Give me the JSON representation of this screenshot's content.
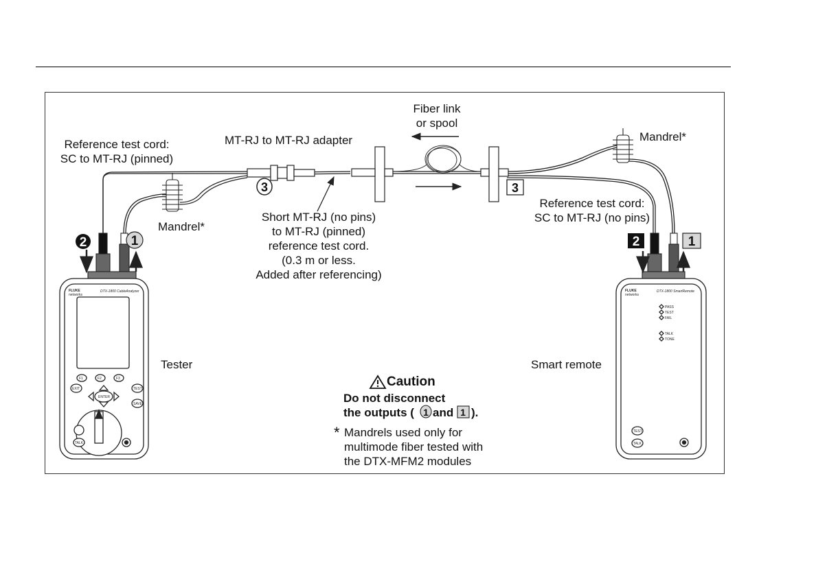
{
  "labels": {
    "fiber_link_1": "Fiber link",
    "fiber_link_2": "or spool",
    "mtrj_adapter": "MT-RJ to MT-RJ adapter",
    "ref_cord_left_1": "Reference test cord:",
    "ref_cord_left_2": "SC to MT-RJ (pinned)",
    "mandrel_left": "Mandrel*",
    "mandrel_right": "Mandrel*",
    "short_cord_1": "Short MT-RJ (no pins)",
    "short_cord_2": "to MT-RJ (pinned)",
    "short_cord_3": "reference test cord.",
    "short_cord_4": "(0.3 m or less.",
    "short_cord_5": "Added after referencing)",
    "ref_cord_right_1": "Reference test cord:",
    "ref_cord_right_2": "SC to MT-RJ (no pins)",
    "tester": "Tester",
    "smart_remote": "Smart remote",
    "caution_title": "Caution",
    "caution_line1": "Do not disconnect",
    "caution_line2_a": "the outputs (",
    "caution_line2_b": "and",
    "caution_line2_c": ").",
    "footnote_star": "*",
    "footnote_1": "Mandrels used only for",
    "footnote_2": "multimode fiber tested with",
    "footnote_3": "the DTX-MFM2 modules"
  },
  "markers": {
    "tester_in": "2",
    "tester_out": "1",
    "remote_in": "2",
    "remote_out": "1",
    "adapter_left": "3",
    "adapter_right": "3"
  },
  "device_text": {
    "brand": "FLUKE",
    "brand_sub": "networks",
    "tester_model": "DTX-1800 CableAnalyzer",
    "remote_model": "DTX-1800 SmartRemote",
    "remote_leds": [
      "PASS",
      "TEST",
      "FAIL",
      "TALK",
      "TONE"
    ],
    "tester_keys": [
      "F1",
      "F2",
      "F3",
      "EXIT",
      "TEST",
      "ENTER",
      "SAVE",
      "TALK"
    ],
    "remote_keys": [
      "TEST",
      "TALK"
    ]
  },
  "colors": {
    "line": "#222222",
    "device_fill": "#ffffff",
    "screen": "#ffffff",
    "marker_dark": "#111111",
    "marker_light": "#d8d8d8"
  }
}
